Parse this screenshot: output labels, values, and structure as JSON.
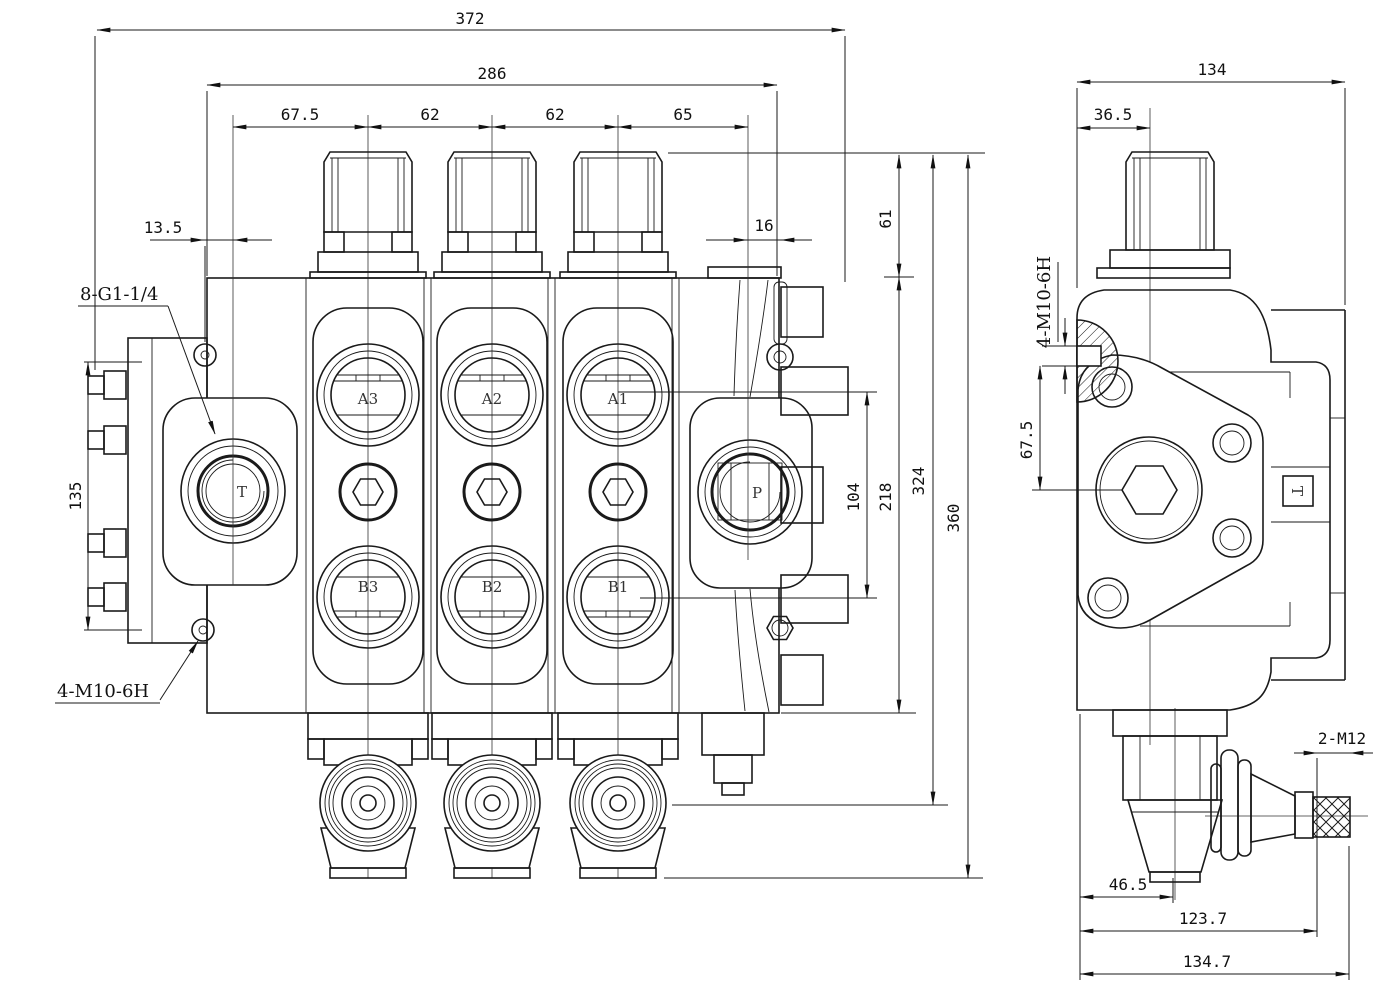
{
  "drawing": {
    "bg_color": "#ffffff",
    "line_color": "#1a1a1a",
    "front_view": {
      "dim_total_width": "372",
      "dim_body_width": "286",
      "dim_section_spacings": [
        "67.5",
        "62",
        "62",
        "65"
      ],
      "dim_hole_offset": "13.5",
      "dim_lever_slot": "16",
      "dim_flange_height": "135",
      "dim_cap_height": "61",
      "dim_port_spacing": "104",
      "dim_body_height": "218",
      "dim_to_spool_center": "324",
      "dim_total_height": "360",
      "label_port_threads": "8-G1-1/4",
      "label_mounting_thread": "4-M10-6H",
      "ports_a": [
        "A3",
        "A2",
        "A1"
      ],
      "ports_b": [
        "B3",
        "B2",
        "B1"
      ],
      "port_tank": "T",
      "port_pressure": "P"
    },
    "side_view": {
      "dim_total_width": "134",
      "dim_spool_offset": "36.5",
      "label_mounting_thread": "4-M10-6H",
      "dim_center_offset": "67.5",
      "dim_bottom_offset": "46.5",
      "dim_lever_reach": "123.7",
      "dim_overall_length": "134.7",
      "label_rod_thread": "2-M12",
      "marker_tank": "T"
    }
  }
}
